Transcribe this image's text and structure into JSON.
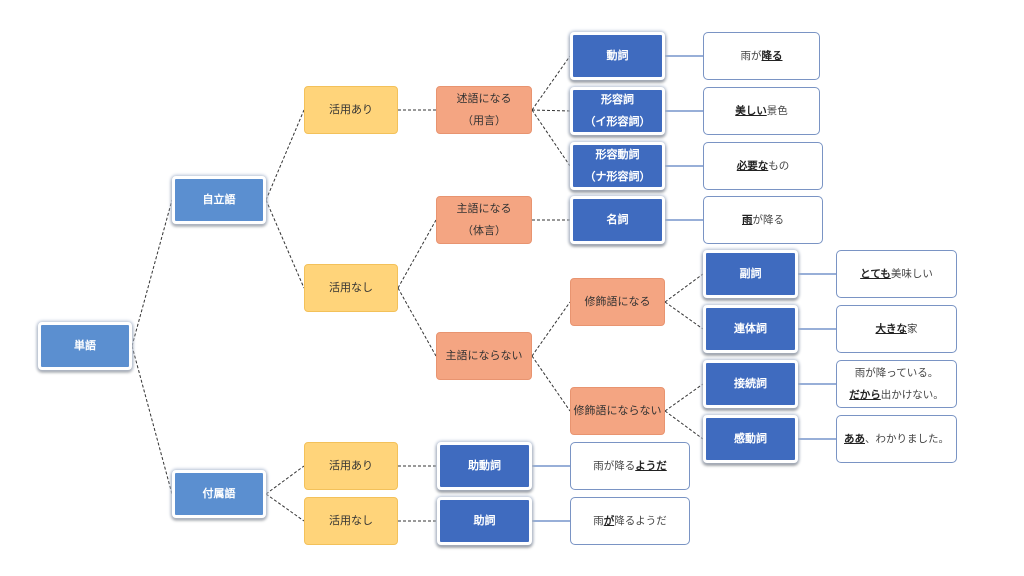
{
  "colors": {
    "root": "#5b8fd0",
    "conjugation": "#ffd47a",
    "role": "#f4a582",
    "part_of_speech": "#3f6bbf",
    "example_border": "#7a94c4"
  },
  "nodes": {
    "tango": [
      "単語"
    ],
    "jiritsugo": [
      "自立語"
    ],
    "fuzokugo": [
      "付属語"
    ],
    "katsuyo_ari_1": [
      "活用あり"
    ],
    "katsuyo_nashi_1": [
      "活用なし"
    ],
    "katsuyo_ari_2": [
      "活用あり"
    ],
    "katsuyo_nashi_2": [
      "活用なし"
    ],
    "jutsugo": [
      "述語になる",
      "（用言）"
    ],
    "shugo": [
      "主語になる",
      "（体言）"
    ],
    "shugo_nai": [
      "主語にならない"
    ],
    "shushoku": [
      "修飾語になる"
    ],
    "shushoku_nai": [
      "修飾語にならない"
    ],
    "doushi": [
      "動詞"
    ],
    "keiyoushi": [
      "形容詞",
      "（イ形容詞）"
    ],
    "keiyoudoushi": [
      "形容動詞",
      "（ナ形容詞）"
    ],
    "meishi": [
      "名詞"
    ],
    "fukushi": [
      "副詞"
    ],
    "rentaishi": [
      "連体詞"
    ],
    "setsuzokushi": [
      "接続詞"
    ],
    "kandoushi": [
      "感動詞"
    ],
    "jodoushi": [
      "助動詞"
    ],
    "joshi": [
      "助詞"
    ]
  },
  "examples": {
    "doushi": [
      [
        {
          "t": "雨が",
          "em": false
        },
        {
          "t": "降る",
          "em": true
        }
      ]
    ],
    "keiyoushi": [
      [
        {
          "t": "美しい",
          "em": true
        },
        {
          "t": "景色",
          "em": false
        }
      ]
    ],
    "keiyoudoushi": [
      [
        {
          "t": "必要な",
          "em": true
        },
        {
          "t": "もの",
          "em": false
        }
      ]
    ],
    "meishi": [
      [
        {
          "t": "雨",
          "em": true
        },
        {
          "t": "が降る",
          "em": false
        }
      ]
    ],
    "fukushi": [
      [
        {
          "t": "とても",
          "em": true
        },
        {
          "t": "美味しい",
          "em": false
        }
      ]
    ],
    "rentaishi": [
      [
        {
          "t": "大きな",
          "em": true
        },
        {
          "t": "家",
          "em": false
        }
      ]
    ],
    "setsuzokushi": [
      [
        {
          "t": "雨が降っている。",
          "em": false
        }
      ],
      [
        {
          "t": "だから",
          "em": true
        },
        {
          "t": "出かけない。",
          "em": false
        }
      ]
    ],
    "kandoushi": [
      [
        {
          "t": "ああ",
          "em": true
        },
        {
          "t": "、わかりました。",
          "em": false
        }
      ]
    ],
    "jodoushi": [
      [
        {
          "t": "雨が降る",
          "em": false
        },
        {
          "t": "ようだ",
          "em": true
        }
      ]
    ],
    "joshi": [
      [
        {
          "t": "雨",
          "em": false
        },
        {
          "t": "が",
          "em": true
        },
        {
          "t": "降るようだ",
          "em": false
        }
      ]
    ]
  }
}
